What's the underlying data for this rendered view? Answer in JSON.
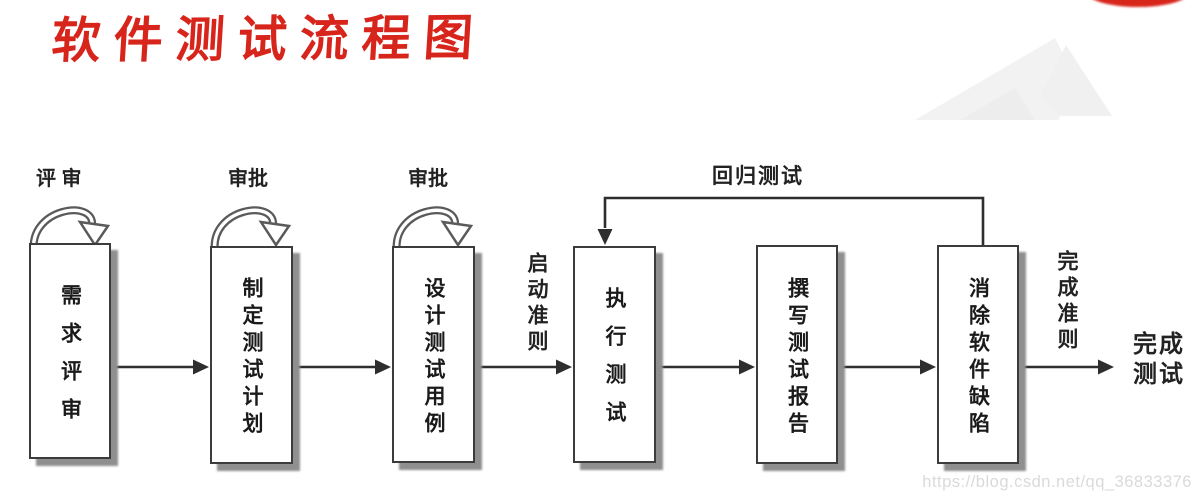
{
  "page": {
    "title": "软件测试流程图"
  },
  "flow": {
    "boxes": [
      {
        "label": "需求评审",
        "top_label": "评 审"
      },
      {
        "label": "制定测试计划",
        "top_label": "审批"
      },
      {
        "label": "设计测试用例",
        "top_label": "审批"
      },
      {
        "label": "执行测试"
      },
      {
        "label": "撰写测试报告"
      },
      {
        "label": "消除软件缺陷"
      }
    ],
    "labels": {
      "regression": "回归测试",
      "start_criteria": "启动准则",
      "finish_criteria": "完成准则",
      "finish": "完成测试"
    }
  },
  "colors": {
    "title_red": "#d8251c",
    "line": "#2e2e2e",
    "shadow": "#8f8f8f"
  },
  "watermark": "https://blog.csdn.net/qq_36833376"
}
